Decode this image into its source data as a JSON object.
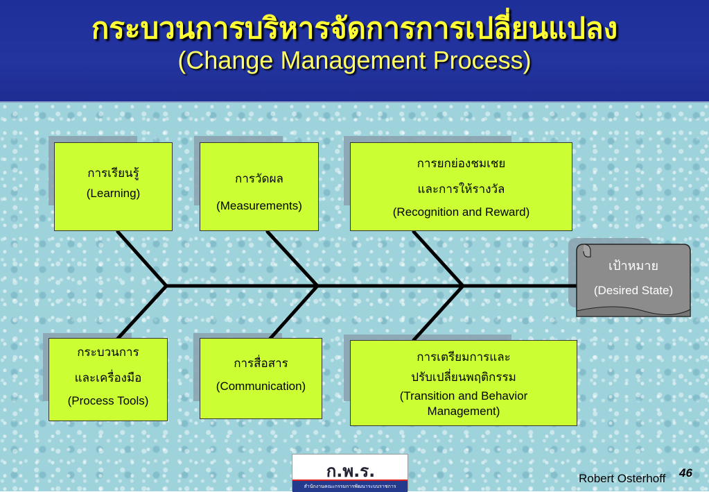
{
  "title": {
    "thai": "กระบวนการบริหารจัดการการเปลี่ยนแปลง",
    "english": "(Change Management Process)"
  },
  "boxes": {
    "learning": {
      "thai": "การเรียนรู้",
      "english": "(Learning)"
    },
    "measurements": {
      "thai": "การวัดผล",
      "english": "(Measurements)"
    },
    "recognition": {
      "thai1": "การยกย่องชมเชย",
      "thai2": "และการให้รางวัล",
      "english": "(Recognition and Reward)"
    },
    "process_tools": {
      "thai1": "กระบวนการ",
      "thai2": "และเครื่องมือ",
      "english": "(Process Tools)"
    },
    "communication": {
      "thai": "การสื่อสาร",
      "english": "(Communication)"
    },
    "transition": {
      "thai1": "การเตรียมการและ",
      "thai2": "ปรับเปลี่ยนพฤติกรรม",
      "english1": "(Transition and Behavior",
      "english2": "Management)"
    }
  },
  "goal": {
    "thai": "เป้าหมาย",
    "english": "(Desired State)"
  },
  "logo": {
    "main": "ก.พ.ร.",
    "sub": "สำนักงานคณะกรรมการพัฒนาระบบราชการ"
  },
  "author": "Robert Osterhoff",
  "page_number": "46",
  "colors": {
    "header": "#1f2f9a",
    "title": "#ffff33",
    "box_fill": "#ccff33",
    "goal_fill": "#8c8c8c"
  }
}
